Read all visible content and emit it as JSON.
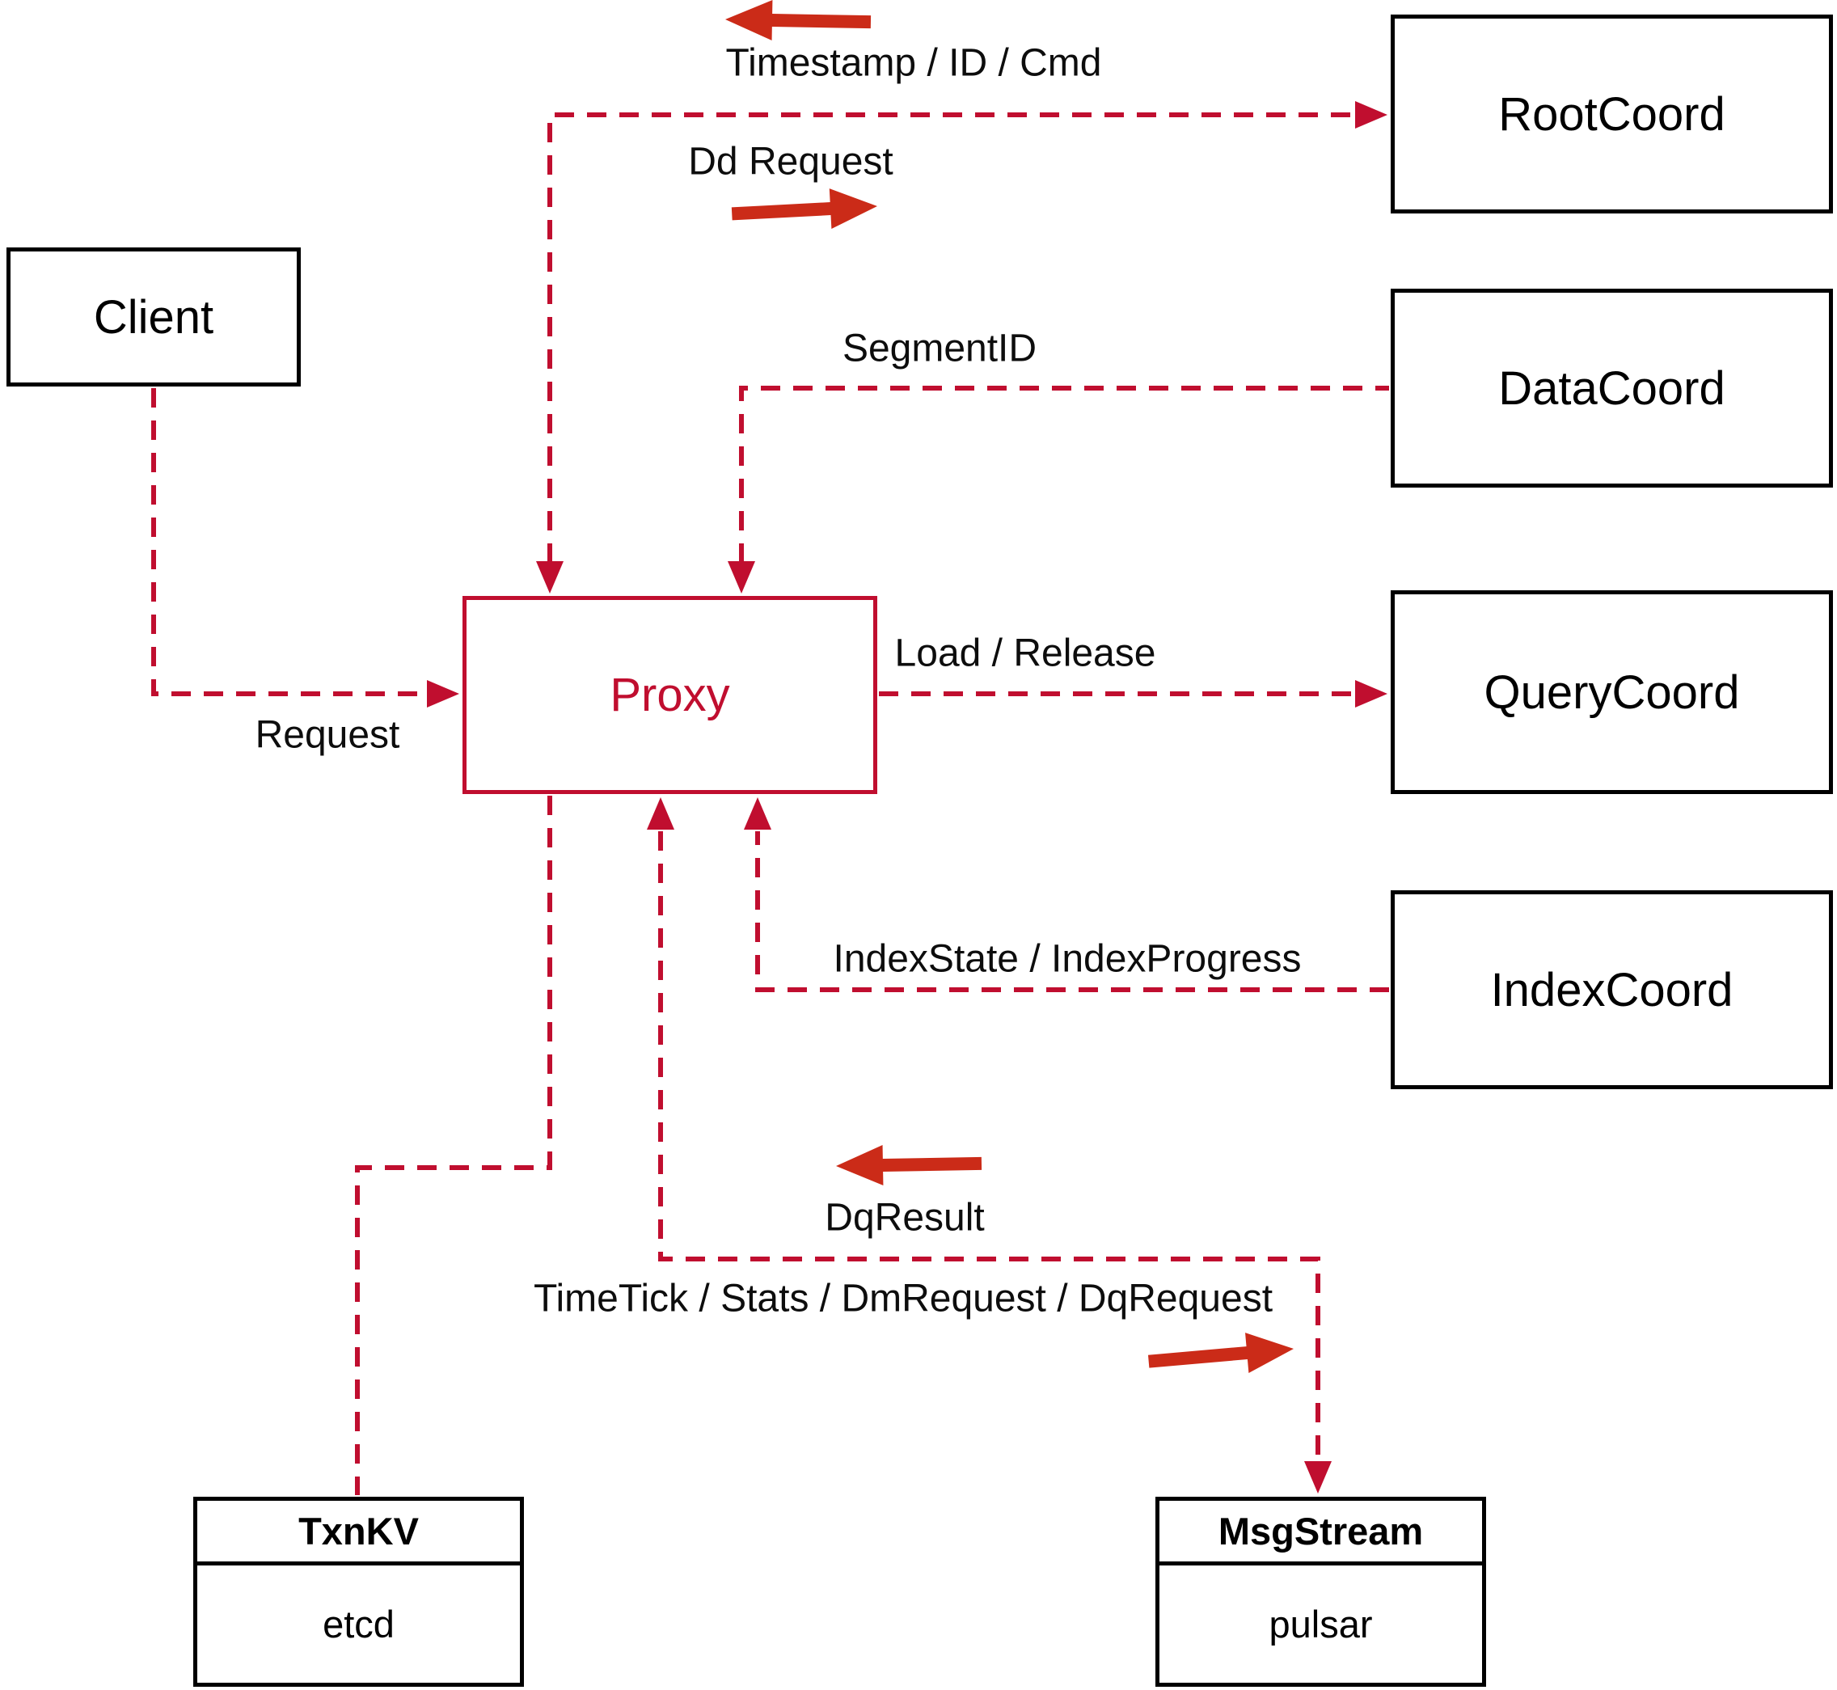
{
  "diagram_type": "architecture-diagram",
  "colors": {
    "background": "#FFFFFF",
    "box_border": "#000000",
    "accent_red": "#C00E2F",
    "solid_arrow_red": "#CB2B18",
    "text": "#000000"
  },
  "nodes": {
    "client": {
      "label": "Client"
    },
    "proxy": {
      "label": "Proxy"
    },
    "rootcoord": {
      "label": "RootCoord"
    },
    "datacoord": {
      "label": "DataCoord"
    },
    "querycoord": {
      "label": "QueryCoord"
    },
    "indexcoord": {
      "label": "IndexCoord"
    },
    "txnkv": {
      "title": "TxnKV",
      "body": "etcd"
    },
    "msgstream": {
      "title": "MsgStream",
      "body": "pulsar"
    }
  },
  "edge_labels": {
    "timestamp_id_cmd": "Timestamp / ID / Cmd",
    "dd_request": "Dd Request",
    "segment_id": "SegmentID",
    "load_release": "Load / Release",
    "index_state_progress": "IndexState / IndexProgress",
    "request": "Request",
    "dq_result": "DqResult",
    "timetick_stats": "TimeTick / Stats / DmRequest / DqRequest"
  }
}
